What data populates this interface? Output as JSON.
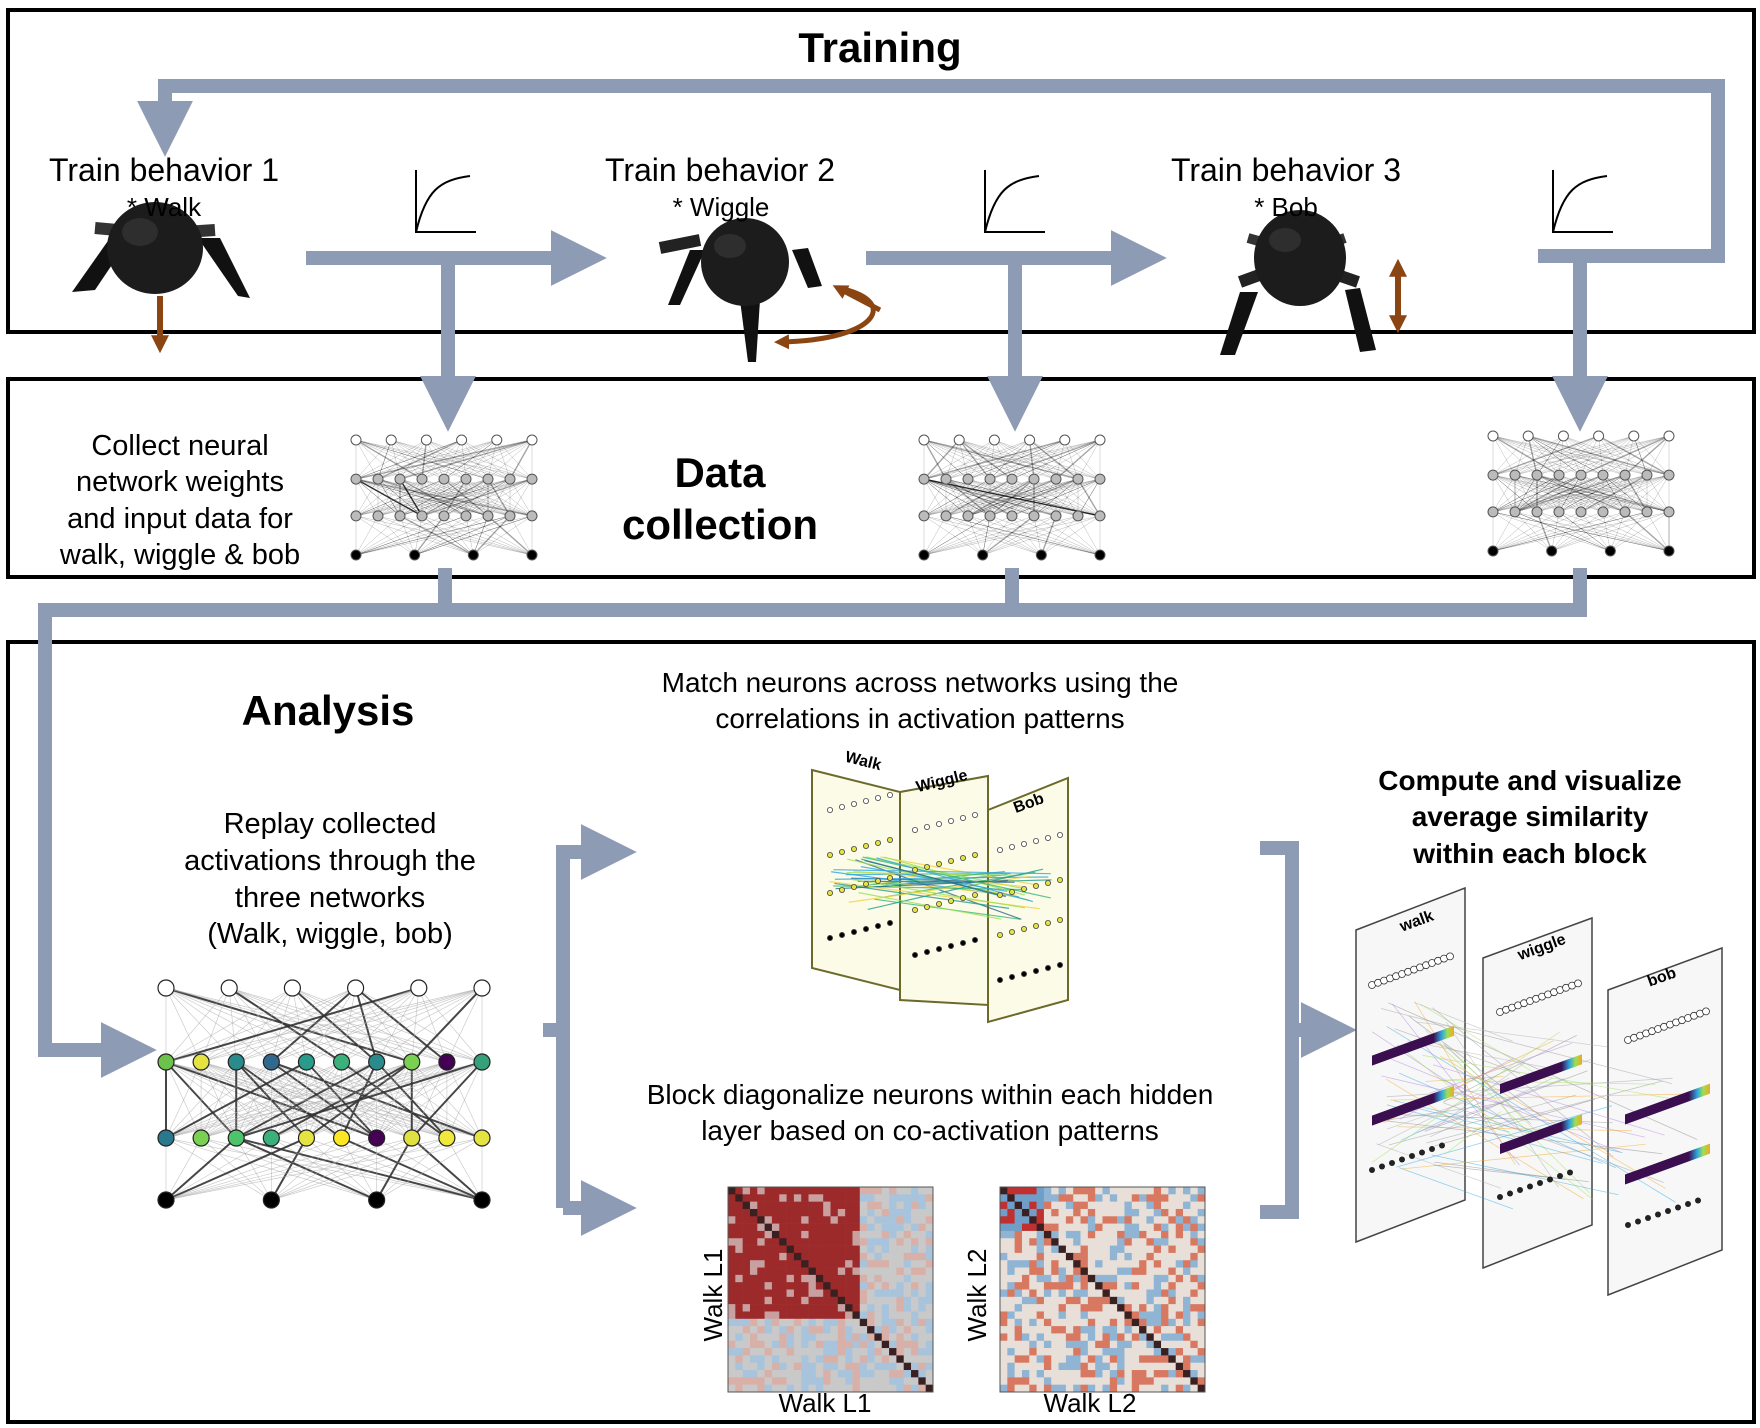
{
  "training": {
    "title": "Training",
    "behaviors": [
      {
        "label": "Train behavior 1",
        "sub": "* Walk"
      },
      {
        "label": "Train behavior 2",
        "sub": "* Wiggle"
      },
      {
        "label": "Train behavior 3",
        "sub": "* Bob"
      }
    ]
  },
  "data_collection": {
    "title_line1": "Data",
    "title_line2": "collection",
    "desc": [
      "Collect neural",
      "network weights",
      "and input data for",
      "walk, wiggle & bob"
    ]
  },
  "analysis": {
    "title": "Analysis",
    "replay": [
      "Replay collected",
      "activations through the",
      "three networks",
      "(Walk, wiggle, bob)"
    ],
    "match": [
      "Match neurons across networks using the",
      "correlations in activation patterns"
    ],
    "match_panels": [
      "Walk",
      "Wiggle",
      "Bob"
    ],
    "block": [
      "Block diagonalize neurons within each hidden",
      "layer based on co-activation patterns"
    ],
    "heatmaps": [
      {
        "ylabel": "Walk L1",
        "xlabel": "Walk L1"
      },
      {
        "ylabel": "Walk L2",
        "xlabel": "Walk L2"
      }
    ],
    "compute": [
      "Compute and visualize",
      "average similarity",
      "within each block"
    ],
    "compute_panels": [
      "walk",
      "wiggle",
      "bob"
    ]
  },
  "colors": {
    "arrow": "#8e9bb5",
    "border": "#000000",
    "robot_arrow": "#8b4513",
    "heat_red": "#9c2a2a",
    "heat_blue": "#6f9fc8"
  }
}
